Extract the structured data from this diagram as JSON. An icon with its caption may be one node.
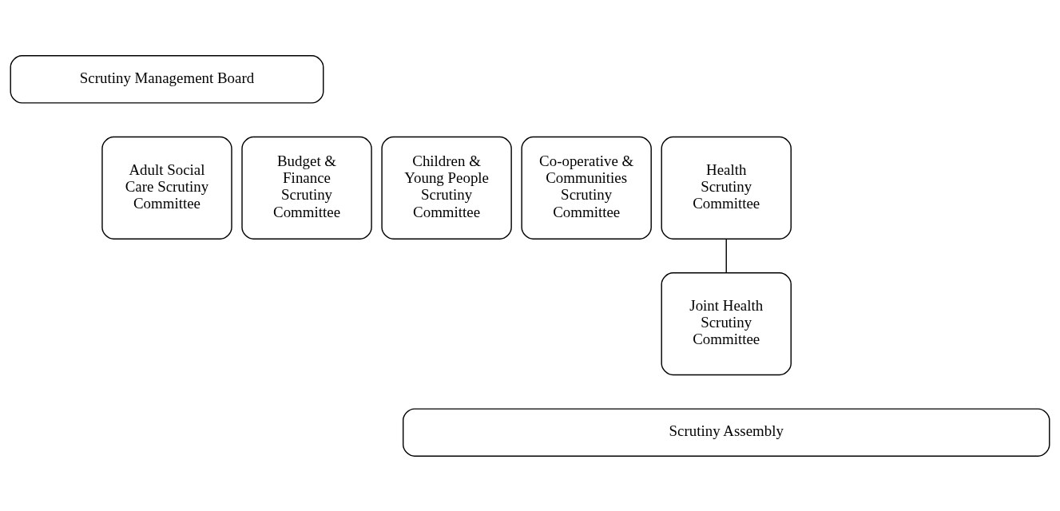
{
  "diagram": {
    "nodes": [
      {
        "text": [
          "Scrutiny Management Board"
        ]
      },
      {
        "text": [
          "Adult Social Care Scrutiny Committee"
        ]
      },
      {
        "text": [
          "Budget & Finance Scrutiny Committee"
        ]
      },
      {
        "text": [
          "Children & Young People Scrutiny Committee"
        ]
      },
      {
        "text": [
          "Co-operative & Communities Scrutiny Committee"
        ]
      },
      {
        "text": [
          "Health Scrutiny Committee"
        ]
      },
      {
        "text": [
          "Joint Health Scrutiny Committee"
        ]
      },
      {
        "text": [
          "Scrutiny Assembly"
        ]
      }
    ],
    "edges": [
      {
        "from": 5,
        "to": 6,
        "arrow": "none"
      }
    ]
  }
}
